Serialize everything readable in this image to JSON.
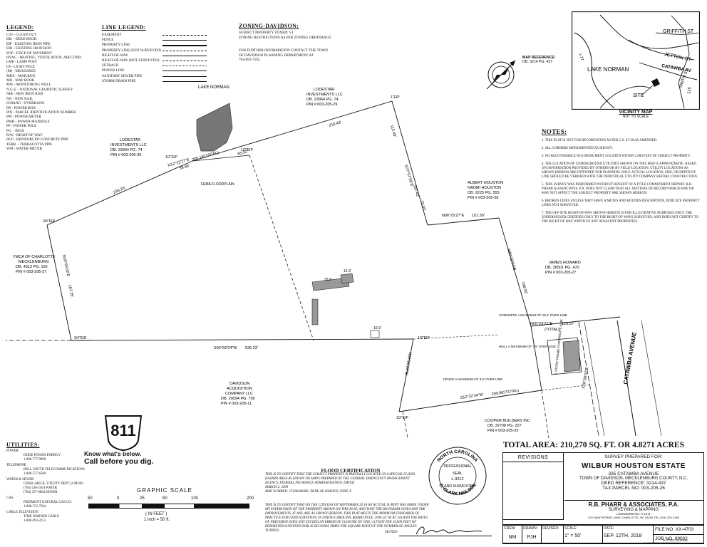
{
  "legend": {
    "title": "LEGEND:",
    "items": [
      "C/O - CLEAN OUT",
      "DB. - DEED BOOK",
      "EIP - EXISTING IRON PIPE",
      "EIR - EXISTING IRON ROD",
      "EOP - EDGE OF PAVEMENT",
      "HVAC - HEATING, VENTILATION, AIR COND.",
      "LMP - LAMP POST",
      "LP - LIGHT POLE",
      "(M) - MEASURED",
      "MBX - MAILBOX",
      "MB - MAP BOOK",
      "MW - MONITORING WELL",
      "N.G.S. - NATIONAL GEODETIC SURVEY",
      "NIR - NEW IRON ROD",
      "NN - NEW NAIL",
      "O/HANG - OVERHANG",
      "PB - POWER BOX",
      "PIN - PARCEL IDENTIFICATION NUMBER",
      "PM - POWER METER",
      "PMH - POWER MANHOLE",
      "PP - POWER POLE",
      "PG. - PAGE",
      "R/W - RIGHT-OF-WAY",
      "RCP - REINFORCED CONCRETE PIPE",
      "TERR. - TERRACOTTA PIPE",
      "WM - WATER METER"
    ]
  },
  "line_legend": {
    "title": "LINE LEGEND:",
    "items": [
      "EASEMENT",
      "FENCE",
      "PROPERTY LINE",
      "PROPERTY LINE (NOT SURVEYED)",
      "RIGHT-OF-WAY",
      "RIGHT-OF-WAY (NOT SURVEYED)",
      "SETBACK",
      "POWER LINE",
      "SANITARY SEWER PIPE",
      "STORM DRAIN PIPE"
    ]
  },
  "zoning": {
    "title": "ZONING-DAVIDSON:",
    "line1": "SUBJECT PROPERTY ZONED: VI",
    "line2": "ZONING RESTRICTIONS AS PER ZONING ORDINANCE:",
    "line3": "FOR FURTHER INFORMATION CONTACT THE TOWN",
    "line4": "OF DAVIDSON PLANNING DEPARTMENT AT",
    "line5": "704-892-7592."
  },
  "map_reference": {
    "title": "MAP REFERENCE:",
    "value": "DB. 3214 PG. 437"
  },
  "vicinity_map": {
    "title": "VICINITY MAP",
    "subtitle": "NOT TO SCALE",
    "labels": {
      "griffith": "GRIFFITH ST",
      "jetton": "JETTON ST",
      "catawba": "CATAWBA AV",
      "lake": "LAKE NORMAN",
      "site": "SITE",
      "i77": "I-77",
      "smith": "SMITH ST",
      "r115": "115"
    }
  },
  "notes": {
    "title": "NOTES:",
    "items": [
      "1. THIS PLAT IS NOT FOR RECORDATION AS PER G.S. 47-30 AS AMENDED.",
      "2. ALL CORNERS MONUMENTED AS SHOWN.",
      "3. NO RECOVERABLE NGS MONUMENT LOCATED WITHIN 2,000 FEET OF SUBJECT PROPERTY.",
      "4. THE LOCATION OF UNDERGROUND UTILITIES SHOWN ON THIS MAP IS APPROXIMATE, BASED ON INFORMATION PROVIDED BY OTHERS OR BY FIELD LOCATION. UTILITY LOCATIONS AS SHOWN HEREON ARE INTENDED FOR PLANNING ONLY. ACTUAL LOCATION, SIZE, OR DEPTH OF LINE SHOULD BE VERIFIED WITH THE INDIVIDUAL UTILITY COMPANY BEFORE CONSTRUCTION.",
      "5. THIS SURVEY WAS PERFORMED WITHOUT BENEFIT OF A TITLE COMMITMENT REPORT. R.B. PHARR & ASSOCIATES, P.A. DOES NOT CLAIM THAT ALL MATTERS OF RECORD WHICH MAY OR MAY NOT AFFECT THE SUBJECT PROPERTY ARE SHOWN HEREON.",
      "6. BROKEN LINES UNLESS THEY HAVE A METES AND BOUNDS DESCRIPTION, INDICATE PROPERTY LINES NOT SURVEYED.",
      "7. THE OFF-SITE RIGHT-OF-WAY SHOWN HEREON IS FOR ILLUSTRATIVE PURPOSES ONLY. THE UNDERSIGNED CERTIFIES ONLY TO THE RIGHT-OF-WAYS SURVEYED, AND DOES NOT CERTIFY TO THE RIGHT OF WAY WIDTH OF ANY ADJACENT PROPERTIES."
    ]
  },
  "plat": {
    "lake_norman": "LAKE NORMAN",
    "lodestar_top": [
      "LODESTAR",
      "INVESTMENTS LLC",
      "DB. 23964 PG. 74",
      "PIN # 003-205-29"
    ],
    "lodestar_left": [
      "LODESTAR",
      "INVESTMENTS LLC",
      "DB. 23964 PG. 74",
      "PIN # 003-205-35"
    ],
    "ymca": [
      "YMCA OF CHARLOTTE",
      "MECKLENBURG",
      "DB. 4313 PG. 155",
      "PIN # 003-205-37"
    ],
    "albert": [
      "ALBERT HOUSTON",
      "NAOMI HOUSTON",
      "DB. 2225 PG. 555",
      "PIN # 003-205-28"
    ],
    "james": [
      "JAMES HOWARD",
      "DB. 28501 PG. 470",
      "PIN # 003-205-27"
    ],
    "davidson": [
      "DAVIDSON",
      "ACQUISITION",
      "COMPANY LLC",
      "DB. 29594 PG. 700",
      "PIN # 003-205-11"
    ],
    "cooper": [
      "COOPER BUILDERS INC",
      "DB. 32708 PG. 227",
      "PIN # 003-205-25"
    ],
    "road": "CATAWBA AVENUE",
    "bearings": {
      "top_dist": "216.43'",
      "left_dist": "236.25'",
      "n12": "N12°22'27\"E",
      "d38": "38.58'",
      "d205": "205.18'(TOTAL)",
      "d65": "65.92'",
      "n77": "N77°57'58\"E",
      "d187": "187.42'",
      "d112": "112.49'",
      "d75": "75.03'",
      "n06a": "N06°25'27\"E",
      "d101": "101.50'",
      "n80": "N80°32'34\"E",
      "d198": "198.00'",
      "s05": "S05°59'24\"W",
      "d536": "536.23'",
      "n06b": "N06°25'21\"E",
      "d123": "123.57'",
      "total": "(TOTAL)",
      "s12": "S12°32'34\"W",
      "d299": "299.86'(TOTAL)",
      "n83": "N83°26'20\"W",
      "left_bearing": "N03°05'03\"E",
      "left_d": "167.25'",
      "s78": "S78°56'07\"E"
    },
    "floodplain": "FEMA FLOODPLAIN",
    "eir": "1/2\"EIP",
    "tip": "1\"EIP",
    "eip34": "3/4\"EIR",
    "bldg1": "22.6'",
    "bldg2": "14.3'",
    "bldg3": "10.9'",
    "concrete": "CONCRETE A MAXIMUM OF 18.4' OVER LINE",
    "wall": "WALL A MAXIMUM OF 7.5' OVER LINE",
    "fence": "FENCE A MAXIMUM OF 3.6' OVER LINE",
    "house": "1 STORY FRAME FOOTPRINTS #335"
  },
  "area": {
    "text": "TOTAL AREA: 210,270 SQ. FT. OR 4.8271 ACRES"
  },
  "revisions": {
    "title": "REVISIONS"
  },
  "title_block": {
    "prepared_for": "SURVEY PREPARED FOR:",
    "client": "WILBUR HOUSTON ESTATE",
    "address": "335 CATAWBA AVENUE",
    "town": "TOWN OF DAVIDSON, MECKLENBURG COUNTY, N.C.",
    "deed": "DEED REFERENCE: 3214-437",
    "tax": "TAX PARCEL NO: 003-205-26",
    "firm": "R.B. PHARR & ASSOCIATES, P.A.",
    "firm_sub": "SURVEYING & MAPPING",
    "license": "LICENSURE NO: C-1471",
    "firm_addr": "420 HAWTHORNE LANE    CHARLOTTE, NC    28204    TEL (704) 376-2186",
    "crew_label": "CREW:",
    "crew": "NM",
    "drawn_label": "DRAWN:",
    "drawn": "PJH",
    "revised_label": "REVISED:",
    "scale_label": "SCALE:",
    "scale": "1\" = 50'",
    "date_label": "DATE:",
    "date": "SEP. 12TH, 2018",
    "file_label": "FILE NO.",
    "file": "XX-4703",
    "job_label": "JOB NO.",
    "job": "89002",
    "plotted": "PLOTTED: 9/18/2018",
    "path": "G:\\JB\\89002\\DWG\\89002.DWG"
  },
  "utilities": {
    "title": "UTILITIES:",
    "sections": [
      {
        "name": "POWER",
        "lines": [
          "DUKE POWER ENERGY",
          "1-800-777-9898"
        ]
      },
      {
        "name": "TELEPHONE",
        "lines": [
          "BELL SOUTH TELECOMMUNICATIONS",
          "1-888-757-6500"
        ]
      },
      {
        "name": "WATER & SEWER",
        "lines": [
          "CHAR.-MECK. UTILITY DEPT. (CMUD)",
          "(704) 336-2564 WATER",
          "(704) 357-6064 SEWER"
        ]
      },
      {
        "name": "GAS",
        "lines": [
          "PIEDMONT NATURAL GAS CO.",
          "1-800-752-7504"
        ]
      },
      {
        "name": "CABLE TELEVISION",
        "lines": [
          "TIME WARNER CABLE",
          "1-800-892-2253"
        ]
      }
    ]
  },
  "call811": {
    "number": "811",
    "line1": "Know what's below.",
    "line2": "Call before you dig."
  },
  "graphic_scale": {
    "title": "GRAPHIC SCALE",
    "ticks": [
      "50",
      "0",
      "25",
      "50",
      "100",
      "200"
    ],
    "unit": "( IN FEET )",
    "ratio": "1 inch = 50 ft."
  },
  "flood": {
    "title": "FLOOD CERTIFICATION",
    "text": "THIS IS TO CERTIFY THAT THE SUBJECT PROPERTY IS PARTIALLY LOCATED IN A SPECIAL FLOOD HAZARD AREA AS SHOWN ON MAPS PREPARED BY THE FEDERAL EMERGENCY MANAGEMENT AGENCY, FEDERAL INSURANCE ADMINISTRATION, DATED",
    "date": "MARCH 2, 2009",
    "map": "MAP NUMBER: 3710464400K; ZONE AE SHADED, ZONE X"
  },
  "certify": {
    "text": "THIS IS TO CERTIFY THAT ON THE 12TH DAY OF SEPTEMBER 20 18 AN ACTUAL SURVEY WAS MADE UNDER MY SUPERVISION OF THE PROPERTY SHOWN ON THIS PLAT, AND THAT THE BOUNDARY LINES AND THE IMPROVEMENTS, IF ANY, ARE AS SHOWN HEREON. THIS PLAT MEETS THE MINIMUM STANDARDS OF PRACTICE FOR LAND SURVEYING IN NORTH CAROLINA, BOARD RULE .1600 (21 NCAC 56) AND THE RATIO OF PRECISION DOES NOT EXCEED AN ERROR OF CLOSURE OF ONE (1) FOOT PER 10,000 FEET OF PERIMETER SURVEYED NOR 20 SECONDS TIMES THE SQUARE ROOT OF THE NUMBER OF ANGLES TURNED.",
    "signed": "SIGNED"
  },
  "seal": {
    "top": "NORTH CAROLINA",
    "mid1": "PROFESSIONAL",
    "seal": "SEAL",
    "no": "L-3212",
    "mid2": "LAND SURVEYOR",
    "bottom": "C. CLARK NEILSON"
  }
}
